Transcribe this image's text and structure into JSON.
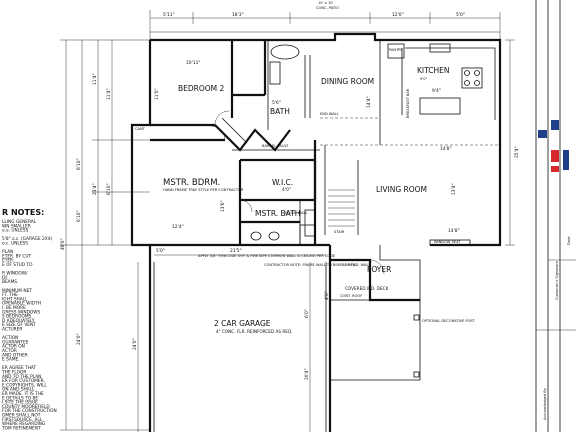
{
  "rooms": {
    "bedroom2": "BEDROOM 2",
    "bath": "BATH",
    "dining": "DINING ROOM",
    "kitchen": "KITCHEN",
    "master": "MSTR. BDRM.",
    "master_note": "HAND FRAME TRAY STYLE PER CONTRACTOR",
    "wic": "W.I.C.",
    "living": "LIVING ROOM",
    "master_bath": "MSTR. BATH",
    "garage": "2 CAR GARAGE",
    "garage_note": "4\" CONC. FLR. REINFORCED AS REQ.",
    "foyer": "FOYER",
    "covered_deck": "COVERED WD. DECK",
    "pantry": "PANTRY"
  },
  "top_dims": {
    "d1": "5'11\"",
    "d2": "18'3\"",
    "d3": "12'0\"",
    "d4": "5'0\"",
    "patio": "10' x 10'",
    "patio2": "CONC. PATIO"
  },
  "left_dims": [
    "11'4\"",
    "6'10\"",
    "6'10\"",
    "24'0\"",
    "23'4\"",
    "49'0\"",
    "6'10\"",
    "2'0\""
  ],
  "right_dims": [
    "25'4\"",
    "14'8\""
  ],
  "labels": {
    "bed_dim": "10'11\"",
    "bed_dim2": "11'0\"",
    "bath_dim": "5'6\"",
    "dining_dim": "14'4\"",
    "kitchen_note": "9'0\"",
    "kitchen_dim": "9'4\"",
    "breakfast_bar": "BREAKFAST BAR",
    "end_wall": "END WALL",
    "barrel_vault": "BARREL VAULT",
    "master_dim": "12'4\"",
    "master_dim2": "13'6\"",
    "living_dim": "14'8\"",
    "living_dim2": "13'4\"",
    "wic_dim": "4'0\"",
    "flush_wall": "FLUSH WALL",
    "fireplace_note": "APPLY 5/8\" FIRECODE GYP. & FIRETAPE COMMON WALL & CEILING PER CODE",
    "contractor_note": "CONTRACTOR NOTE: FRAME WALL TO BSMT. OF FND. WALL",
    "stair_note": "STAIR",
    "cont_roof": "CONT. ROOF",
    "optional_post": "OPTIONAL DECORATIVE POST",
    "as_req": "AS REQ.",
    "window_seat": "WINDOW SEAT",
    "garage_dims": [
      "21'5\"",
      "5'0\"",
      "20'4\"",
      "6'0\"",
      "4'0\""
    ],
    "garage_left": "24'0\"",
    "cant": "CANT"
  },
  "notes": {
    "title": "R NOTES:",
    "lines": [
      "LLING GENERAL",
      "WN SMALLER",
      "e.e. UNLESS",
      "",
      "5'8\" o.c. (GARAGE 2X4)",
      "o.c. UNLESS",
      "",
      "PLAN",
      "ETER. BY CUT",
      "ETER.",
      "E OF STUD TO",
      "",
      "R WINDOW/",
      "OF",
      "BEAMS.",
      "",
      "MINIMUM NET",
      "FT. THE",
      "IGHT SHALL",
      "OPENABLE WIDTH",
      "I. BE MORE",
      "GRESS WINDOWS",
      "S BEDROOMS.",
      "D ADEQUATELY",
      "E SIZE OF VENT",
      "ACTURER",
      "",
      "ACTION",
      "GUARANTEE",
      "ACTOR ON",
      "ACTOR",
      "AND OTHER",
      "E SAME.",
      "",
      "ER AGREE THAT",
      "THE FLOOR",
      "AND TO THE PLAN",
      "ER FOR CUSTOMER,",
      "E COPYRIGHTS, WILL",
      "ON AND SHALL",
      "ER MADE. IT IS THE",
      "E DETAILS TO BE",
      "I SITE THE ISSUE",
      "COUNTY MOOREFIELD",
      "FOR THE CONSTRUCTION",
      "OMER SHALL NOT",
      "FIRSTSOURCE. ALL",
      "WHERE REGARDING",
      "TOM REFINEMENT"
    ]
  },
  "title_block": {
    "acknowledged": "Acknowledged By",
    "customer_sig": "Customer's Signature",
    "date": "Date"
  }
}
